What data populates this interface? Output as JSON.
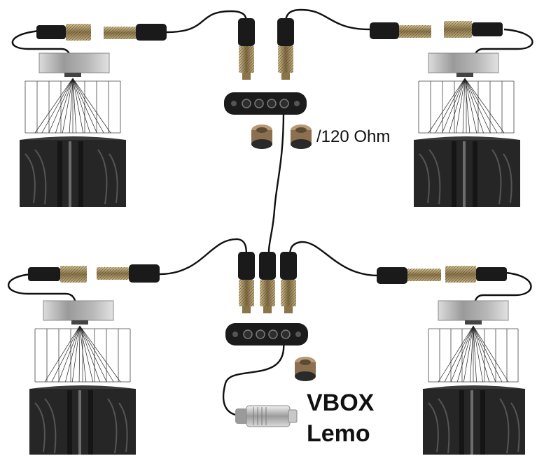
{
  "labels": {
    "terminator": "/120 Ohm",
    "vbox": "VBOX",
    "lemo": "Lemo"
  },
  "icons": {
    "tyre": "tyre-icon",
    "sensor": "tyre-temperature-sensor-icon",
    "connector": "m8-connector-icon",
    "splitter": "can-splitter-icon",
    "terminator": "terminator-cap-icon",
    "lemo": "lemo-plug-icon"
  },
  "colors": {
    "cable": "#111111",
    "connector_body": "#1a1a1a",
    "connector_brass": "#a8946a",
    "tyre": "#2b2b2b",
    "sensor": "#c7c7c7",
    "text": "#111111"
  }
}
